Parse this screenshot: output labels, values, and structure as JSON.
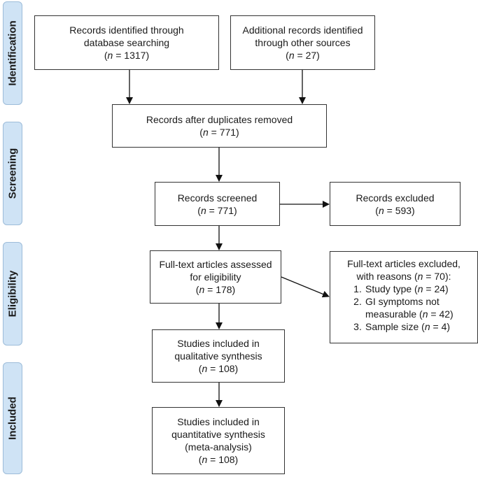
{
  "phases": {
    "identification": "Identification",
    "screening": "Screening",
    "eligibility": "Eligibility",
    "included": "Included"
  },
  "boxes": {
    "database": {
      "line1": "Records identified through",
      "line2": "database searching",
      "n_prefix": "(",
      "n_italic": "n",
      "n_value": " = 1317)"
    },
    "other_sources": {
      "line1": "Additional records identified",
      "line2": "through other sources",
      "n_prefix": "(",
      "n_italic": "n",
      "n_value": " = 27)"
    },
    "duplicates_removed": {
      "line1": "Records after duplicates removed",
      "n_prefix": "(",
      "n_italic": "n",
      "n_value": " = 771)"
    },
    "screened": {
      "line1": "Records screened",
      "n_prefix": "(",
      "n_italic": "n",
      "n_value": " = 771)"
    },
    "excluded": {
      "line1": "Records excluded",
      "n_prefix": "(",
      "n_italic": "n",
      "n_value": " = 593)"
    },
    "fulltext_assessed": {
      "line1": "Full-text articles assessed",
      "line2": "for eligibility",
      "n_prefix": "(",
      "n_italic": "n",
      "n_value": " = 178)"
    },
    "fulltext_excluded": {
      "line1": "Full-text articles excluded,",
      "line2_prefix": "with reasons (",
      "line2_italic": "n",
      "line2_value": " = 70):",
      "reasons": [
        {
          "num": "1.",
          "text": "Study type (",
          "italic": "n",
          "value": " = 24)"
        },
        {
          "num": "2.",
          "text": "GI symptoms not",
          "italic": "",
          "value": ""
        },
        {
          "num": "",
          "text": "measurable (",
          "italic": "n",
          "value": " = 42)"
        },
        {
          "num": "3.",
          "text": "Sample size (",
          "italic": "n",
          "value": " = 4)"
        }
      ]
    },
    "qualitative": {
      "line1": "Studies included in",
      "line2": "qualitative synthesis",
      "n_prefix": "(",
      "n_italic": "n",
      "n_value": " = 108)"
    },
    "quantitative": {
      "line1": "Studies included in",
      "line2": "quantitative synthesis",
      "line3": "(meta-analysis)",
      "n_prefix": "(",
      "n_italic": "n",
      "n_value": " = 108)"
    }
  }
}
